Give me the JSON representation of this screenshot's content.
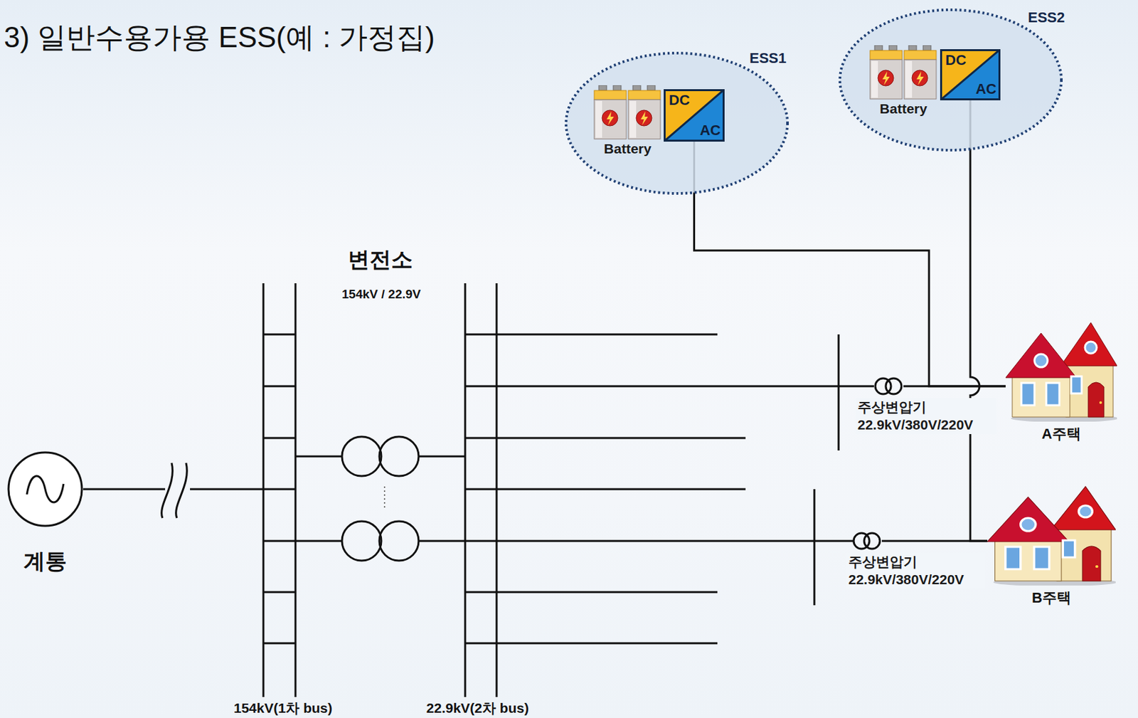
{
  "diagram": {
    "title": "3) 일반수용가용 ESS(예 : 가정집)",
    "nodes": [
      {
        "text": [
          "ESS1"
        ]
      },
      {
        "text": [
          "Battery"
        ],
        "in": 0
      },
      {
        "text": [
          "DC",
          "AC"
        ],
        "in": 0
      },
      {
        "text": [
          "ESS2"
        ]
      },
      {
        "text": [
          "Battery"
        ],
        "in": 3
      },
      {
        "text": [
          "DC",
          "AC"
        ],
        "in": 3
      },
      {
        "text": [
          "계통"
        ]
      },
      {
        "text": [
          "주상변압기 22.9kV/380V/220V"
        ]
      },
      {
        "text": [
          "A주택"
        ]
      },
      {
        "text": [
          "주상변압기 22.9kV/380V/220V"
        ]
      },
      {
        "text": [
          "B주택"
        ]
      }
    ],
    "edges": [
      {
        "from": 7,
        "to": 8,
        "arrow": "none"
      },
      {
        "from": 9,
        "to": 10,
        "arrow": "none"
      },
      {
        "from": 2,
        "to": 8,
        "arrow": "none"
      },
      {
        "from": 5,
        "to": 10,
        "arrow": "none"
      }
    ],
    "labels": [
      "변전소",
      "154kV / 22.9V",
      "154kV(1차 bus)",
      "22.9kV(2차 bus)"
    ]
  }
}
